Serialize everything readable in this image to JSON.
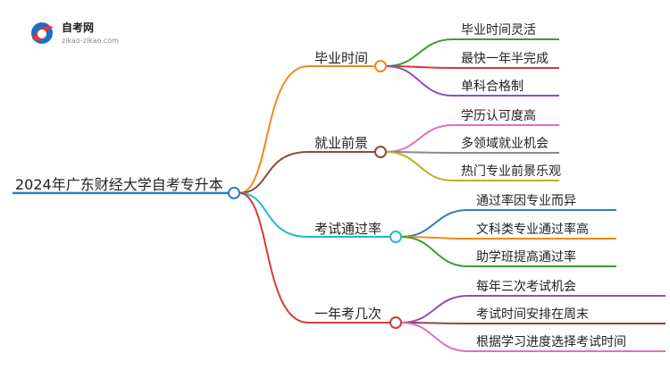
{
  "logo": {
    "title": "自考网",
    "url": "zikao-zikao.com"
  },
  "root": {
    "label": "2024年广东财经大学自考专升本",
    "color": "#2f7fc1"
  },
  "branches": [
    {
      "label": "毕业时间",
      "color": "#f2891e",
      "children": [
        {
          "label": "毕业时间灵活",
          "color": "#3aa02e"
        },
        {
          "label": "最快一年半完成",
          "color": "#d63a3a"
        },
        {
          "label": "单科合格制",
          "color": "#8d4fc2"
        }
      ]
    },
    {
      "label": "就业前景",
      "color": "#8b4a3c",
      "children": [
        {
          "label": "学历认可度高",
          "color": "#e070be"
        },
        {
          "label": "多领域就业机会",
          "color": "#888888"
        },
        {
          "label": "热门专业前景乐观",
          "color": "#b5b520"
        }
      ]
    },
    {
      "label": "考试通过率",
      "color": "#22bccc",
      "children": [
        {
          "label": "通过率因专业而异",
          "color": "#2f7fc1"
        },
        {
          "label": "文科类专业通过率高",
          "color": "#f2891e"
        },
        {
          "label": "助学班提高通过率",
          "color": "#3aa02e"
        }
      ]
    },
    {
      "label": "一年考几次",
      "color": "#d63a3a",
      "children": [
        {
          "label": "每年三次考试机会",
          "color": "#8d4fc2"
        },
        {
          "label": "考试时间安排在周末",
          "color": "#8b4a3c"
        },
        {
          "label": "根据学习进度选择考试时间",
          "color": "#e070be"
        }
      ]
    }
  ]
}
